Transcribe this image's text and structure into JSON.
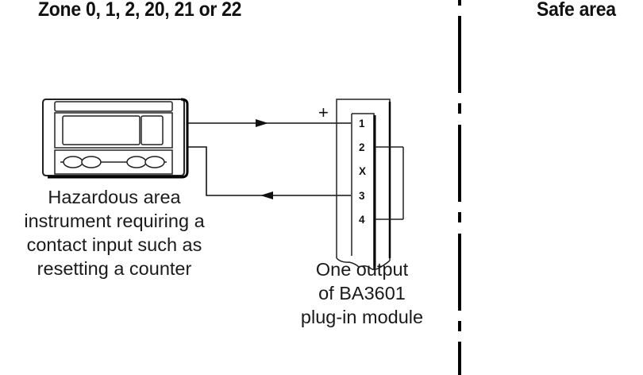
{
  "zones": {
    "hazardous_title": "Zone 0, 1, 2, 20, 21 or 22",
    "safe_title": "Safe area"
  },
  "instrument": {
    "icon": "panel-meter-icon",
    "caption_lines": [
      "Hazardous area",
      "instrument requiring a",
      "contact input such as",
      "resetting a counter"
    ]
  },
  "module": {
    "icon": "terminal-block-icon",
    "polarity_label": "+",
    "terminals": [
      "1",
      "2",
      "X",
      "3",
      "4"
    ],
    "caption_lines": [
      "One output",
      "of BA3601",
      "plug-in module"
    ]
  },
  "connections": [
    {
      "from": "instrument",
      "to": "terminal 1",
      "direction": "to-module"
    },
    {
      "from": "terminal 3",
      "to": "instrument",
      "direction": "to-instrument"
    },
    {
      "from": "terminal 2",
      "to": "terminal 4",
      "direction": "link"
    }
  ],
  "boundary": {
    "style": "dash-dot",
    "separates": [
      "hazardous",
      "safe"
    ]
  }
}
